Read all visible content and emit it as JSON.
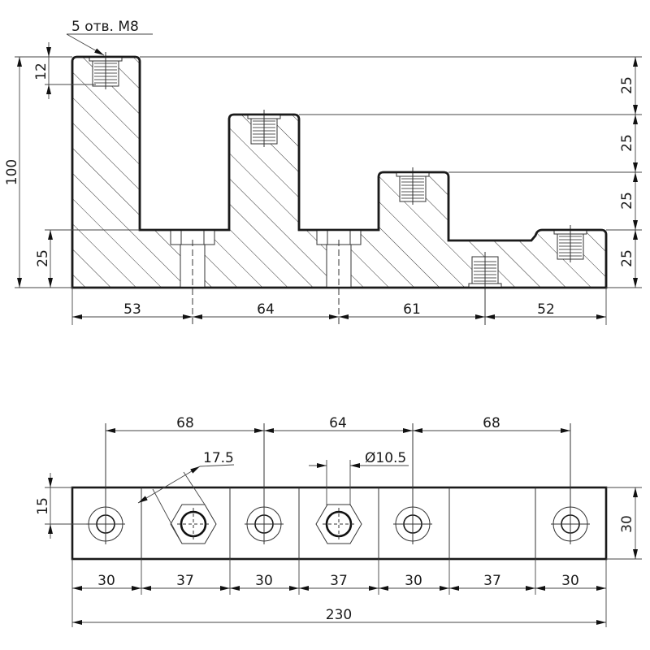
{
  "drawing": {
    "views": [
      "section-front",
      "top-plan"
    ],
    "hatch_color": "#333333",
    "line_color": "#1a1a1a"
  },
  "section_view": {
    "hole_callout": "5 отв. M8",
    "left_dims": {
      "thread_depth": "12",
      "total_height": "100",
      "base_height": "25"
    },
    "right_dims": [
      "25",
      "25",
      "25",
      "25"
    ],
    "bottom_dims": [
      "53",
      "64",
      "61",
      "52"
    ]
  },
  "plan_view": {
    "top_dims": [
      "68",
      "64",
      "68"
    ],
    "hex_size": "17.5",
    "hole_diameter": "Ø10.5",
    "left_dim": "15",
    "right_dim": "30",
    "segment_dims": [
      "30",
      "37",
      "30",
      "37",
      "30",
      "37",
      "30"
    ],
    "overall_length": "230"
  }
}
